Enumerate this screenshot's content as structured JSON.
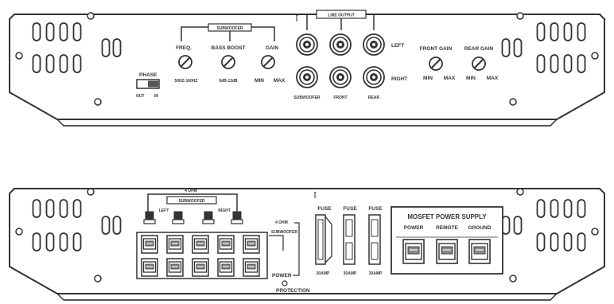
{
  "top_panel": {
    "phase": {
      "title": "PHASE",
      "out": "OUT",
      "in": "IN"
    },
    "subwoofer_label": "SUBWOOFER",
    "freq": "FREQ.",
    "freq_range": "50HZ-160HZ",
    "bass_boost": "BASS BOOST",
    "boost_range": "0dB-12dB",
    "gain": "GAIN",
    "gain_min": "MIN",
    "gain_max": "MAX",
    "line_output": "LINE OUTPUT",
    "left": "LEFT",
    "right": "RIGHT",
    "jack_labels": [
      "SUBWOOFER",
      "FRONT",
      "REAR"
    ],
    "front_gain": "FRONT GAIN",
    "rear_gain": "REAR GAIN",
    "fg_min": "MIN",
    "fg_max": "MAX",
    "rg_min": "MIN",
    "rg_max": "MAX"
  },
  "bottom_panel": {
    "ohm_label": "4 OHM",
    "subwoofer_label": "SUBWOOFER",
    "sp_labels": [
      "LEFT",
      "",
      "",
      "RIGHT"
    ],
    "side_labels": [
      "4 OHM",
      "SUBWOOFER"
    ],
    "power_label": "POWER",
    "protection_label": "PROTECTION",
    "fuses": [
      {
        "title": "FUSE",
        "rating": "30AMP"
      },
      {
        "title": "FUSE",
        "rating": "30AMP"
      },
      {
        "title": "FUSE",
        "rating": "30AMP"
      }
    ],
    "psu": {
      "title": "MOSFET POWER SUPPLY",
      "power": "POWER",
      "remote": "REMOTE",
      "ground": "GROUND"
    }
  }
}
